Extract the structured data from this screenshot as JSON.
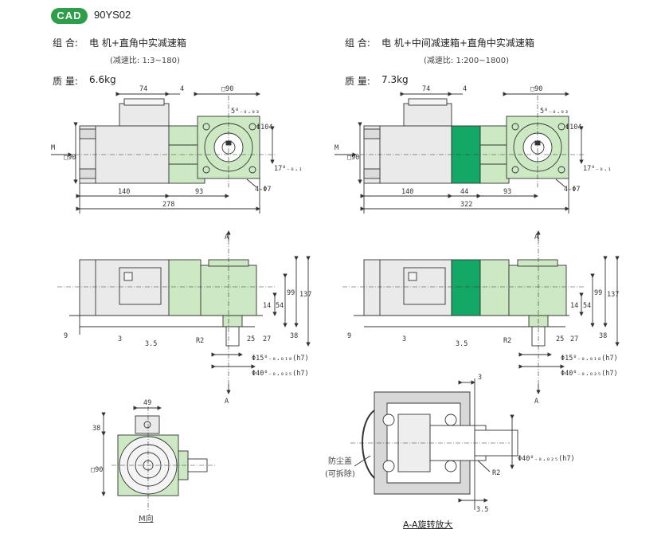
{
  "header": {
    "badge": "CAD",
    "model": "90YS02"
  },
  "left": {
    "combo_label": "组 合:",
    "combo_value": "电 机+直角中实减速箱",
    "ratio": "(减速比: 1:3~180)",
    "mass_label": "质 量:",
    "mass_value": "6.6kg",
    "dims": {
      "d74": "74",
      "d4": "4",
      "sq90": "□90",
      "sq90_side": "□90",
      "tol5": "5⁰₋₀.₀₃",
      "phi104": "Φ104",
      "d17": "17⁰₋₀.₁",
      "holes": "4-Φ7",
      "d140": "140",
      "d93": "93",
      "total": "278",
      "d9": "9",
      "d3": "3",
      "d35": "3.5",
      "r2": "R2",
      "d14": "14",
      "d54": "54",
      "d99": "99",
      "d137": "137",
      "d25": "25",
      "d27": "27",
      "d38": "38",
      "phi15": "Φ15⁰₋₀.₀₁₈(h7)",
      "phi40": "Φ40⁰₋₀.₀₂₅(h7)",
      "sectionA": "A",
      "m": "M"
    }
  },
  "right": {
    "combo_label": "组 合:",
    "combo_value": "电 机+中间减速箱+直角中实减速箱",
    "ratio": "(减速比: 1:200~1800)",
    "mass_label": "质 量:",
    "mass_value": "7.3kg",
    "dims": {
      "d74": "74",
      "d4": "4",
      "sq90": "□90",
      "sq90_side": "□90",
      "tol5": "5⁰₋₀.₀₃",
      "phi104": "Φ104",
      "d17": "17⁰₋₀.₁",
      "holes": "4-Φ7",
      "d140": "140",
      "d44": "44",
      "d93": "93",
      "total": "322",
      "d9": "9",
      "d3": "3",
      "d35": "3.5",
      "r2": "R2",
      "d14": "14",
      "d54": "54",
      "d99": "99",
      "d137": "137",
      "d25": "25",
      "d27": "27",
      "d38": "38",
      "phi15": "Φ15⁰₋₀.₀₁₈(h7)",
      "phi40": "Φ40⁰₋₀.₀₂₅(h7)",
      "sectionA": "A",
      "m": "M"
    }
  },
  "mview": {
    "d49": "49",
    "d38": "38",
    "sq90": "□90",
    "caption": "M向"
  },
  "section": {
    "d3": "3",
    "phi40": "Φ40⁰₋₀.₀₂₅(h7)",
    "r2": "R2",
    "d35": "3.5",
    "dust_cover": "防尘盖",
    "removable": "(可拆除)",
    "caption": "A-A旋转放大"
  },
  "colors": {
    "light_green": "#cde9c4",
    "dark_green": "#13a865",
    "badge": "#2e9e4a",
    "motor_gray": "#eaeaea"
  }
}
